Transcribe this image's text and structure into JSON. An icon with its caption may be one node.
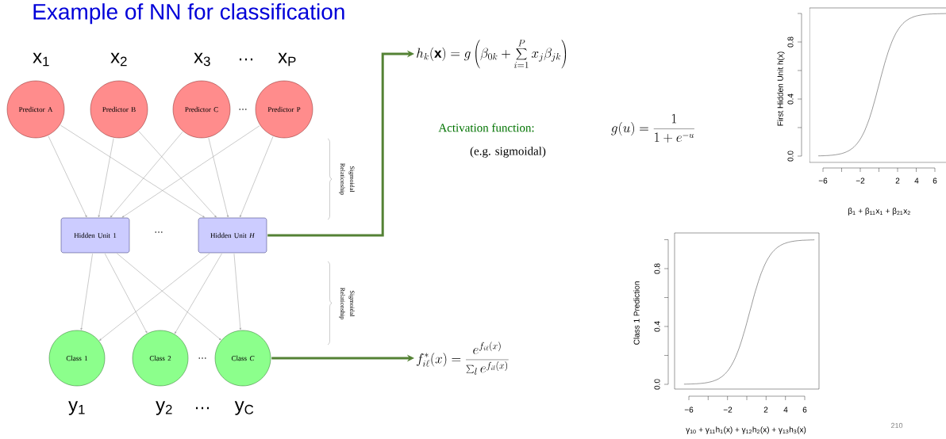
{
  "diagram": {
    "title": "Example of NN for classification",
    "nodes": [
      {
        "text": [
          "Predictor A"
        ]
      },
      {
        "text": [
          "Predictor B"
        ]
      },
      {
        "text": [
          "Predictor C"
        ]
      },
      {
        "text": [
          "Predictor P"
        ]
      },
      {
        "text": [
          "Hidden Unit 1"
        ]
      },
      {
        "text": [
          "Hidden Unit *H*"
        ]
      },
      {
        "text": [
          "Class 1"
        ]
      },
      {
        "text": [
          "Class 2"
        ]
      },
      {
        "text": [
          "Class *C*"
        ]
      },
      {
        "text": [
          "h_k(\\mathbf{x}) = g\\left(\\beta_{0k} + \\sum_{i=1}^{P} x_j\\beta_{jk}\\right)"
        ]
      },
      {
        "text": [
          "f^{*}_{i\\ell}(x) = \\frac{e^{f_{i\\ell}(x)}}{\\sum_{l} e^{f_{il}(x)}}"
        ]
      }
    ],
    "edges": [
      {
        "from": 0,
        "to": 4,
        "arrow": "to"
      },
      {
        "from": 0,
        "to": 5,
        "arrow": "to"
      },
      {
        "from": 1,
        "to": 4,
        "arrow": "to"
      },
      {
        "from": 1,
        "to": 5,
        "arrow": "to"
      },
      {
        "from": 2,
        "to": 4,
        "arrow": "to"
      },
      {
        "from": 2,
        "to": 5,
        "arrow": "to"
      },
      {
        "from": 3,
        "to": 4,
        "arrow": "to"
      },
      {
        "from": 3,
        "to": 5,
        "arrow": "to"
      },
      {
        "from": 4,
        "to": 6,
        "arrow": "to"
      },
      {
        "from": 4,
        "to": 7,
        "arrow": "to"
      },
      {
        "from": 4,
        "to": 8,
        "arrow": "to"
      },
      {
        "from": 5,
        "to": 6,
        "arrow": "to"
      },
      {
        "from": 5,
        "to": 7,
        "arrow": "to"
      },
      {
        "from": 5,
        "to": 8,
        "arrow": "to"
      },
      {
        "from": 5,
        "to": 9,
        "arrow": "to",
        "style": "thick",
        "color": "#548235"
      },
      {
        "from": 8,
        "to": 10,
        "arrow": "to",
        "style": "thick",
        "color": "#548235"
      }
    ],
    "labels": [
      "x$_{1}$",
      "x$_{2}$",
      "x$_{3}$",
      "…",
      "x$_{P}$",
      "…",
      "Sigmoidal Relationship",
      "Activation function:",
      "g(u) = \\frac{1}{1+e^{-u}}",
      "(e.g. sigmoidal)",
      "0.8",
      "0.4",
      "0.0",
      "First Hidden Unit h(x)",
      "−6",
      "−2",
      "2",
      "4",
      "6",
      "β$_{1}$ + β$_{11}$x$_{1}$ + β$_{21}$x$_{2}$",
      "…",
      "Sigmoidal Relationship",
      "0.8",
      "0.4",
      "0.0",
      "Class 1 Prediction",
      "−6",
      "−2",
      "2",
      "4",
      "6",
      "γ$_{10}$ + γ$_{11}$h$_{1}$(x) + γ$_{12}$h$_{2}$(x) + γ$_{13}$h$_{3}$(x)",
      "…",
      "y$_{1}$",
      "y$_{2}$",
      "…",
      "y$_{C}$",
      "210"
    ]
  }
}
